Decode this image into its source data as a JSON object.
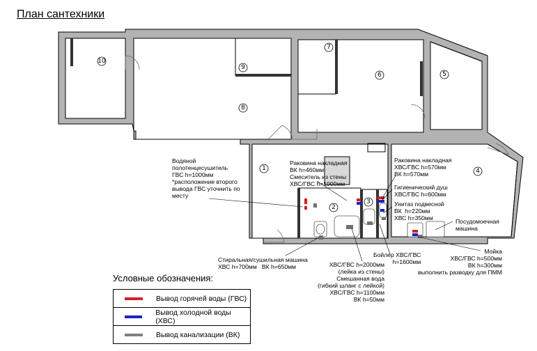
{
  "title": "План сантехники",
  "room_numbers": [
    "10",
    "9",
    "8",
    "7",
    "6",
    "5",
    "1",
    "2",
    "3",
    "4"
  ],
  "notes": {
    "towel": "Водяной\nполотенцесушитель\nГВС h=1000мм\n*расположение второго\nвывода ГВС уточнить по\nместу",
    "sink_left": "Раковина накладная\nВК h=460мм\nСмеситель из стены\nХВС/ГВС h=1000мм",
    "sink_right": "Раковина накладная\nХВС/ГВС h=570мм\nВК h=570мм",
    "hyg_shower": "Гигиенический душ\nХВС/ГВС h=600мм",
    "toilet": "Унитаз подвесной\nВК  h=220мм\nХВС h=350мм",
    "dishwasher": "Посудомоечная\nмашина",
    "washer": "Стиральная/сушильная машина\nХВС h=700мм   ВК h=650мм",
    "bath_shower": "ХВС/ГВС h=2000мм\n(лейка из стены)\nСмешанная вода\n(гибкий шланг с лейкой)\nХВС/ГВС h=1100мм\nВК h=50мм",
    "boiler": "Бойлер ХВС/ГВС\nh=1600мм",
    "kitchen_sink": "Мойка\nХВС/ГВС h=500мм\nВК h=300мм\nвыполнить разводку для ПММ"
  },
  "legend": {
    "title": "Условные обозначения:",
    "items": [
      {
        "label": "Вывод горячей воды (ГВС)",
        "color": "#d42020"
      },
      {
        "label": "Вывод холодной воды (ХВС)",
        "color": "#1a22c8"
      },
      {
        "label": "Вывод канализации (ВК)",
        "color": "#808080"
      }
    ]
  },
  "colors": {
    "wall": "#b3b3b3",
    "hot": "#d42020",
    "cold": "#1a22c8",
    "sewer": "#707070"
  }
}
